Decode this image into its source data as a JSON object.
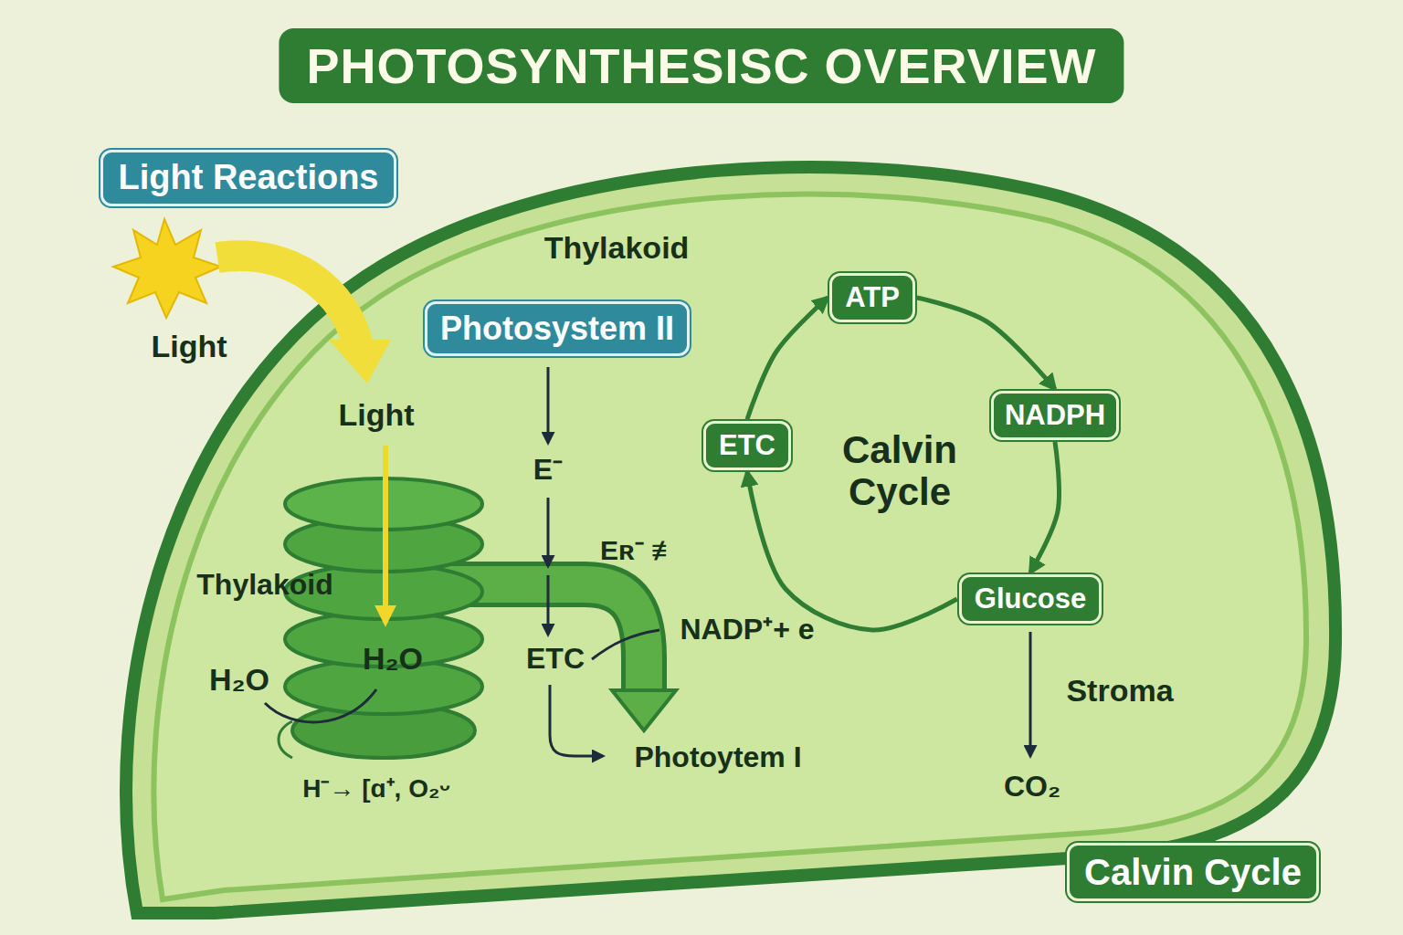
{
  "diagram": {
    "title": "PHOTOSYNTHESISC OVERVIEW",
    "nodes": [
      {
        "text": [
          "Light Reactions"
        ]
      },
      {
        "text": [
          "Photosystem II"
        ]
      },
      {
        "text": [
          "ATP"
        ]
      },
      {
        "text": [
          "NADPH"
        ]
      },
      {
        "text": [
          "Glucose"
        ]
      },
      {
        "text": [
          "ETC"
        ]
      },
      {
        "text": [
          "Calvin Cycle"
        ]
      }
    ],
    "edges": [
      {
        "from": 2,
        "to": 3,
        "arrow": "to"
      },
      {
        "from": 3,
        "to": 4,
        "arrow": "to"
      },
      {
        "from": 4,
        "to": 5,
        "arrow": "to"
      },
      {
        "from": 5,
        "to": 2,
        "arrow": "to"
      }
    ],
    "labels": [
      "Light",
      "Thylakoid",
      "Light",
      "E⁻",
      "Eʀ⁻ ≢",
      "Calvin Cycle",
      "Thylakoid",
      "NADP⁺+ e",
      "ETC",
      "H₂O",
      "H₂O",
      "Stroma",
      "Photoytem I",
      "H⁻→ [ɑ⁺, O₂ᵕ",
      "CO₂"
    ]
  }
}
